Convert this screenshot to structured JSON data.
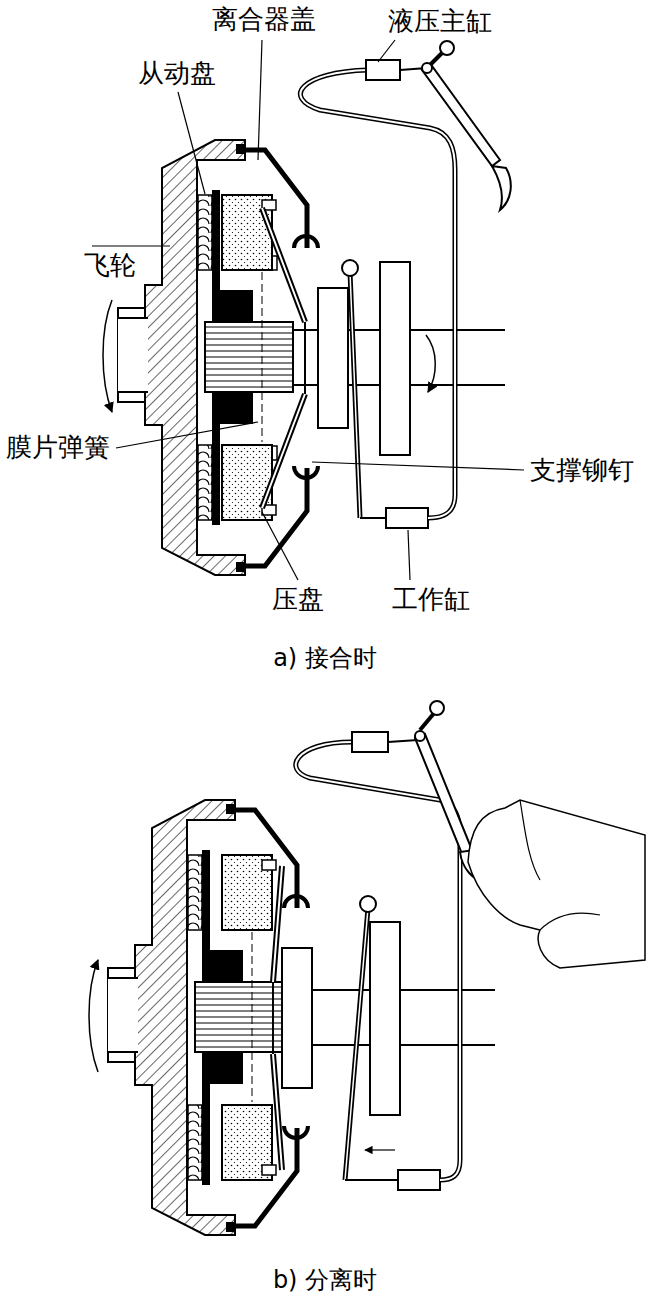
{
  "diagram": {
    "labels": [
      "离合器盖",
      "液压主缸",
      "从动盘",
      "飞轮",
      "膜片弹簧",
      "支撑铆钉",
      "压盘",
      "工作缸",
      "a) 接合时",
      "b) 分离时"
    ]
  }
}
